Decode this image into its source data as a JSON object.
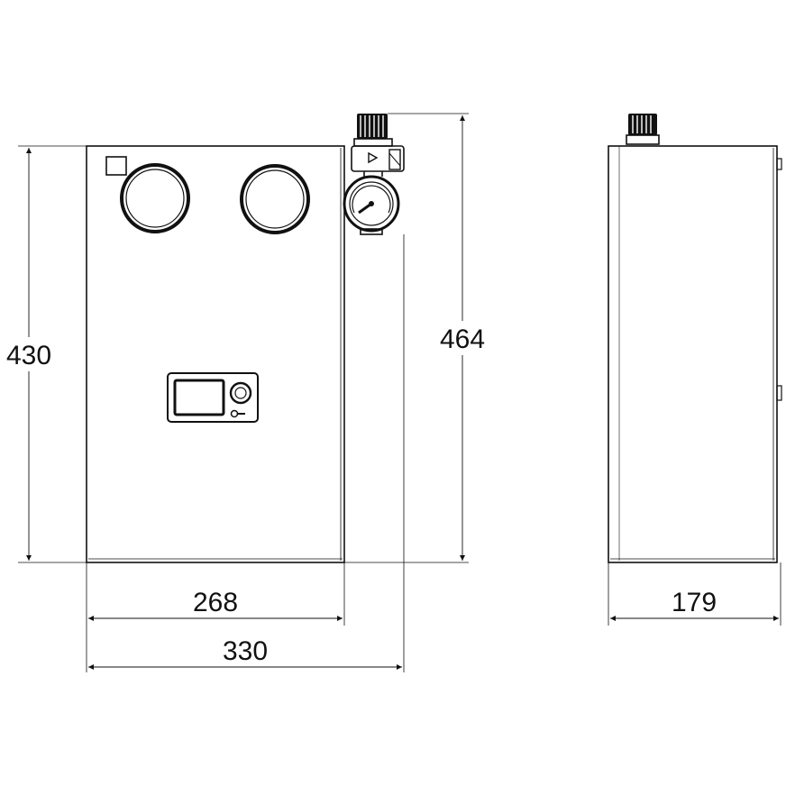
{
  "dimensions": {
    "height_body": "430",
    "height_total": "464",
    "width_body": "268",
    "width_total": "330",
    "depth": "179"
  },
  "colors": {
    "line": "#111111",
    "background": "#ffffff"
  },
  "views": {
    "front": {
      "components": [
        "status-indicator-square",
        "left-round-port",
        "right-round-port",
        "control-panel",
        "valve-with-pressure-gauge"
      ]
    },
    "side": {
      "components": [
        "top-valve-cap"
      ]
    }
  }
}
